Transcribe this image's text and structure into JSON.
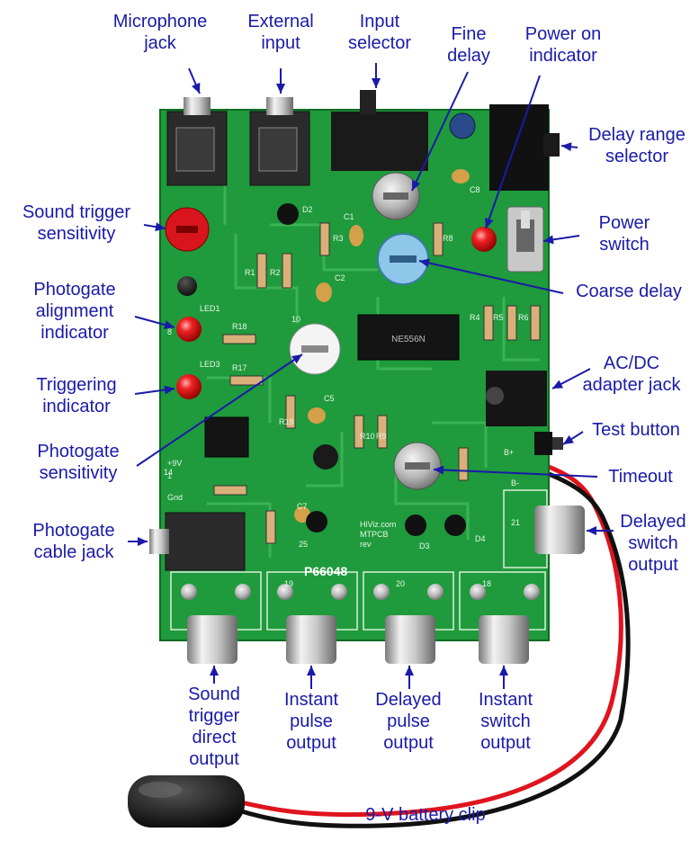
{
  "board": {
    "part_number": "P66048",
    "brand_lines": [
      "HiViz.com",
      "MTPCB",
      "rev"
    ],
    "ic_label": "NE556N",
    "colors": {
      "pcb": "#1f9a3c",
      "pcb_dark": "#127a2c",
      "label_blue": "#1a1aa8",
      "arrow_blue": "#1a1aa8",
      "wire_red": "#e0141e",
      "wire_black": "#111111",
      "led_red": "#e41b1b",
      "knob_blue": "#8fc7ea"
    },
    "silkscreen": [
      "R1",
      "R2",
      "R3",
      "R4",
      "R5",
      "R6",
      "R8",
      "R9",
      "R10",
      "R17",
      "R18",
      "R19",
      "C1",
      "C2",
      "C5",
      "C7",
      "C8",
      "D2",
      "D3",
      "D4",
      "+9V",
      "Gnd",
      "B+",
      "B-",
      "LED1",
      "LED3",
      "25",
      "21",
      "19",
      "20",
      "18",
      "14",
      "10",
      "1",
      "8"
    ]
  },
  "labels": {
    "microphone_jack": [
      "Microphone",
      "jack"
    ],
    "external_input": [
      "External",
      "input"
    ],
    "input_selector": [
      "Input",
      "selector"
    ],
    "fine_delay": [
      "Fine",
      "delay"
    ],
    "power_on_indicator": [
      "Power on",
      "indicator"
    ],
    "delay_range_selector": [
      "Delay range",
      "selector"
    ],
    "sound_trigger_sensitivity": [
      "Sound trigger",
      "sensitivity"
    ],
    "power_switch": [
      "Power",
      "switch"
    ],
    "photogate_alignment_indicator": [
      "Photogate",
      "alignment",
      "indicator"
    ],
    "coarse_delay": [
      "Coarse delay"
    ],
    "ac_dc_adapter_jack": [
      "AC/DC",
      "adapter jack"
    ],
    "triggering_indicator": [
      "Triggering",
      "indicator"
    ],
    "test_button": [
      "Test button"
    ],
    "photogate_sensitivity": [
      "Photogate",
      "sensitivity"
    ],
    "timeout": [
      "Timeout"
    ],
    "photogate_cable_jack": [
      "Photogate",
      "cable jack"
    ],
    "delayed_switch_output": [
      "Delayed",
      "switch",
      "output"
    ],
    "sound_trigger_direct_output": [
      "Sound",
      "trigger",
      "direct",
      "output"
    ],
    "instant_pulse_output": [
      "Instant",
      "pulse",
      "output"
    ],
    "delayed_pulse_output": [
      "Delayed",
      "pulse",
      "output"
    ],
    "instant_switch_output": [
      "Instant",
      "switch",
      "output"
    ],
    "battery_clip": [
      "9-V battery clip"
    ]
  }
}
